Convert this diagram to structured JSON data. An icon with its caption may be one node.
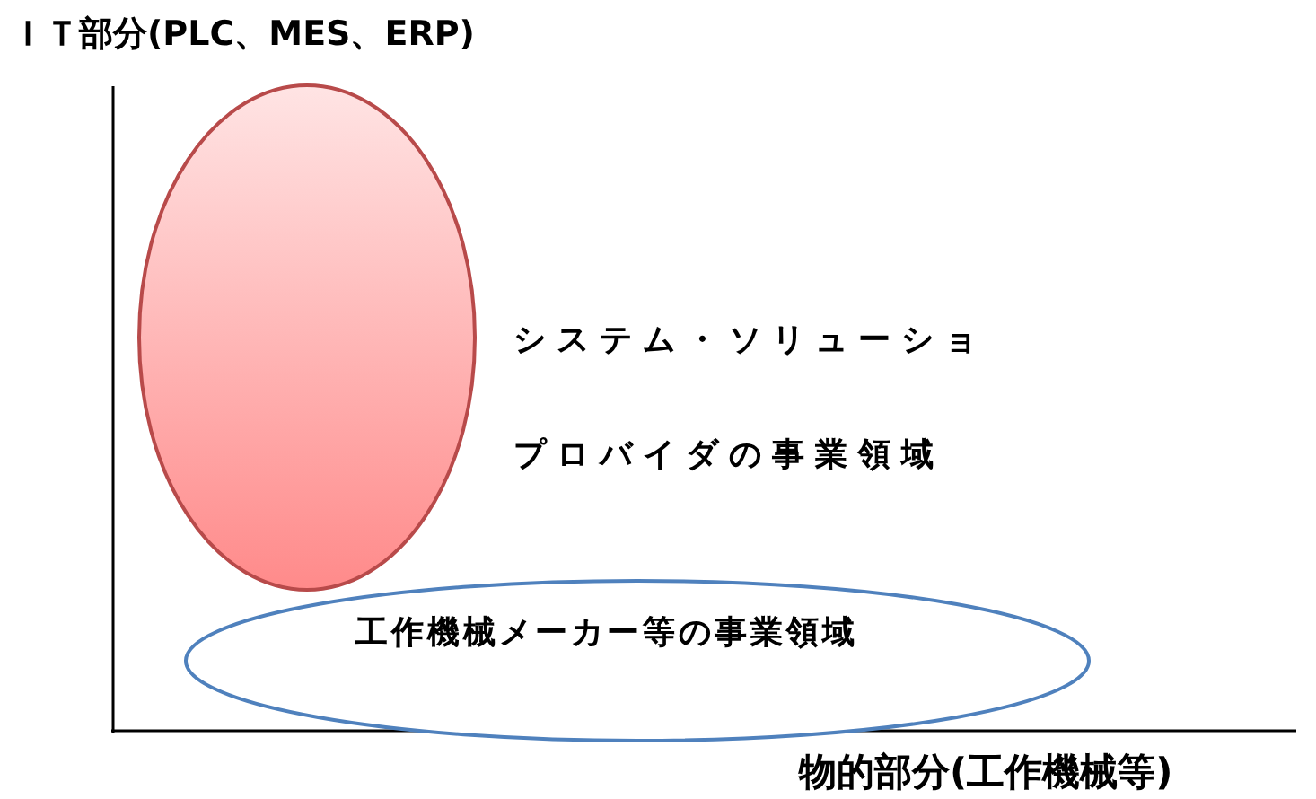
{
  "diagram": {
    "nodes": [
      {
        "text": [],
        "shape": "ellipse",
        "beside": [
          "システム・ソリューショプロバイダの事業領域"
        ]
      },
      {
        "text": [
          "工作機械メーカー等の事業領域"
        ]
      }
    ],
    "edges": [],
    "labels": [
      "ＩＴ部分(PLC、MES、ERP)",
      "物的部分(工作機械等)"
    ]
  }
}
